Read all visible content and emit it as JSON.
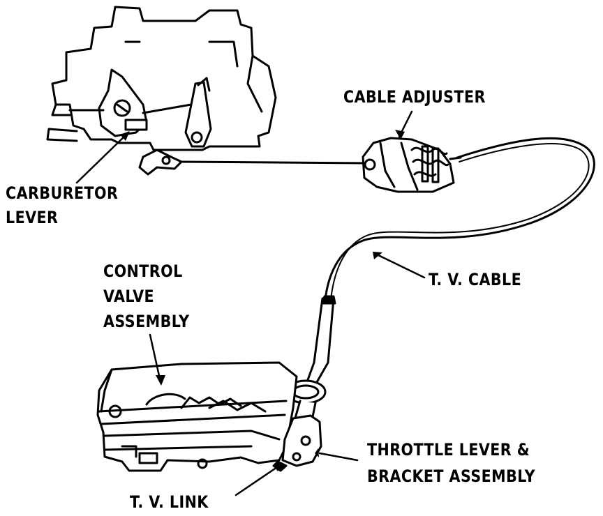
{
  "labels": {
    "cable_adjuster": "CABLE ADJUSTER",
    "carburetor_lever": [
      "CARBURETOR",
      "LEVER"
    ],
    "control_valve_assembly": [
      "CONTROL",
      "VALVE",
      "ASSEMBLY"
    ],
    "tv_cable": "T. V.  CABLE",
    "throttle_lever_bracket": [
      "THROTTLE LEVER &",
      "BRACKET ASSEMBLY"
    ],
    "tv_link": "T. V.  LINK"
  }
}
